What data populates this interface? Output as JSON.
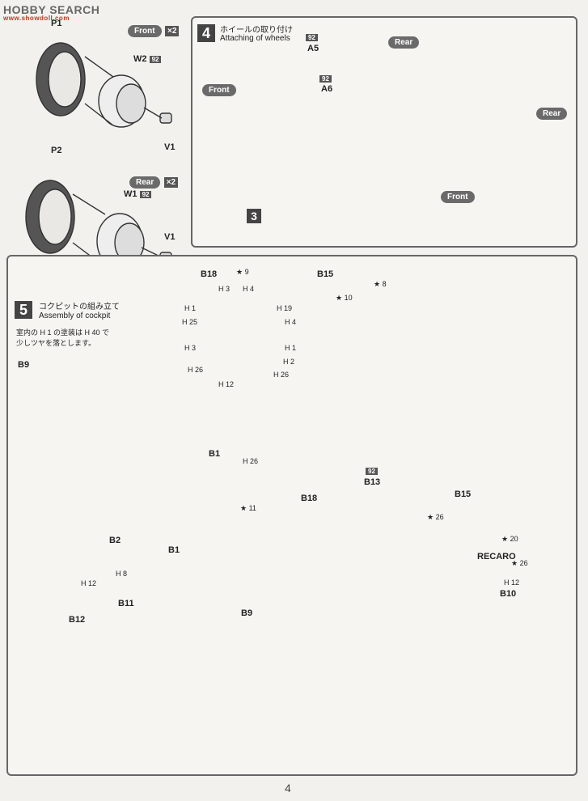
{
  "watermark": {
    "brand": "HOBBY SEARCH",
    "site": "www.showdoll.com"
  },
  "top_left": {
    "tag_front": "Front",
    "tag_rear": "Rear",
    "x2": "×2",
    "P1": "P1",
    "P2": "P2",
    "W2": "W2",
    "W1": "W1",
    "V1a": "V1",
    "V1b": "V1",
    "c92a": "92",
    "c92b": "92"
  },
  "step4": {
    "num": "4",
    "title_jp": "ホイールの取り付け",
    "title_en": "Attaching of wheels",
    "A5": "A5",
    "A6": "A6",
    "c92a": "92",
    "c92b": "92",
    "front1": "Front",
    "front2": "Front",
    "rear1": "Rear",
    "rear2": "Rear",
    "ref3": "3"
  },
  "step5": {
    "num": "5",
    "title_jp": "コクピットの組み立て",
    "title_en": "Assembly of cockpit",
    "note_line1": "室内の H 1 の塗装は H 40 で",
    "note_line2": "少しツヤを落とします。",
    "B9": "B9",
    "B18": "B18",
    "B15": "B15",
    "B1": "B1",
    "B13": "B13",
    "B18b": "B18",
    "B15b": "B15",
    "c92": "92",
    "wheel_labels": [
      "H 1",
      "H 25",
      "H 3",
      "H 26",
      "H 12",
      "H 2",
      "H 26",
      "H 1",
      "H 4",
      "H 19",
      "H 3",
      "H 4"
    ],
    "marks": {
      "m9": "9",
      "m8": "8",
      "m10": "10",
      "m11": "11"
    },
    "B1_code": "H 26"
  },
  "bottom": {
    "B2": "B2",
    "B1": "B1",
    "B11": "B11",
    "B12": "B12",
    "B9": "B9",
    "B10": "B10",
    "H8": "H 8",
    "H12a": "H 12",
    "H12b": "H 12",
    "recaro": "RECARO",
    "m26a": "26",
    "m20": "20",
    "m26b": "26",
    "c92": "92"
  },
  "page_number": "4"
}
